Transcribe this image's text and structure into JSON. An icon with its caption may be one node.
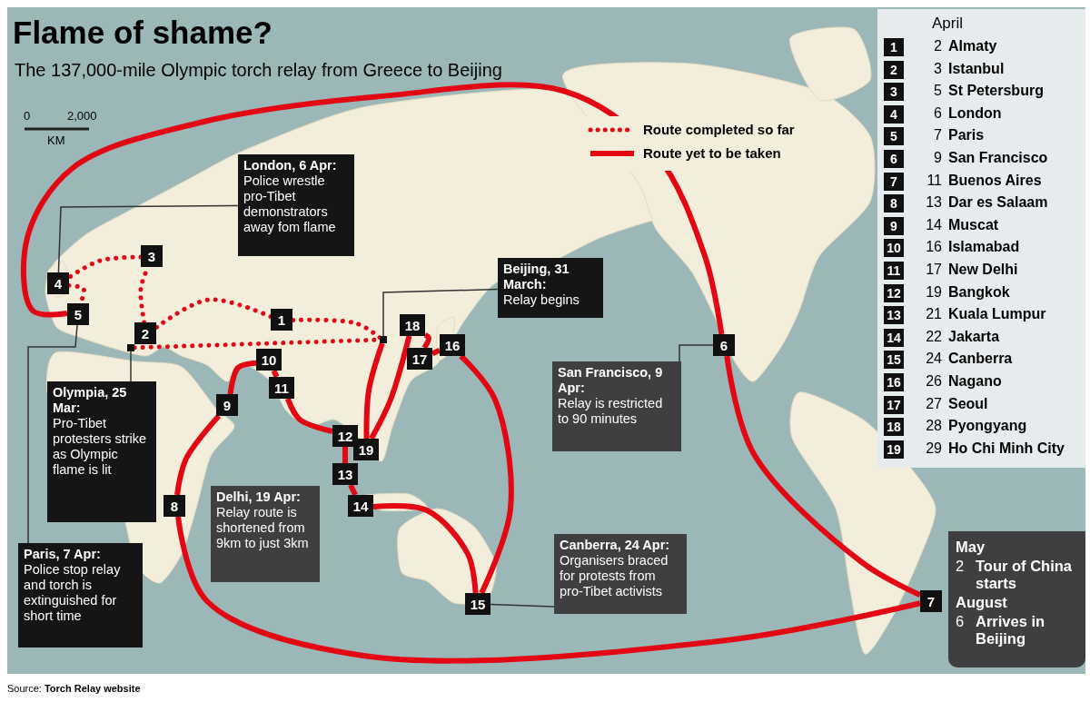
{
  "diagram": {
    "title": "Flame of shame?",
    "nodes": [
      {
        "text": [
          "London, 6 Apr:",
          "Police wrestle pro-Tibet demonstrators away fom flame"
        ]
      },
      {
        "text": [
          "3"
        ]
      },
      {
        "text": [
          "4"
        ]
      },
      {
        "text": [
          "5"
        ]
      },
      {
        "text": [
          "Beijing, 31 March:",
          "Relay begins"
        ]
      },
      {
        "text": [
          "2"
        ]
      },
      {
        "text": [
          "1"
        ]
      },
      {
        "text": [],
        "shape": "box"
      },
      {
        "text": [],
        "shape": "box"
      },
      {
        "text": [
          "18"
        ]
      },
      {
        "text": [
          "16"
        ]
      },
      {
        "text": [
          "6"
        ]
      },
      {
        "text": [
          "10"
        ]
      },
      {
        "text": [
          "17"
        ]
      },
      {
        "text": [
          "11"
        ]
      },
      {
        "text": [
          "9"
        ]
      },
      {
        "text": [
          "Olympia, 25 Mar:",
          "Pro-Tibet protesters strike as Olympic flame is lit"
        ]
      },
      {
        "text": [
          "San Francisco, 9 Apr:",
          "Relay is restricted to 90 minutes"
        ]
      },
      {
        "text": [
          "12"
        ]
      },
      {
        "text": [
          "19"
        ]
      },
      {
        "text": [
          "13"
        ]
      },
      {
        "text": [
          "Delhi, 19 Apr:",
          "Relay route is shortened from 9km to just 3km"
        ]
      },
      {
        "text": [
          "8"
        ]
      },
      {
        "text": [
          "14"
        ]
      },
      {
        "text": [
          "Canberra, 24 Apr:",
          "Organisers braced for protests from pro-Tibet activists"
        ]
      },
      {
        "text": [
          "Paris, 7 Apr:",
          "Police stop relay and torch is extinguished for short time"
        ]
      },
      {
        "text": [
          "15"
        ]
      },
      {
        "text": [
          "7"
        ]
      },
      {
        "text": [
          "April"
        ]
      },
      {
        "text": [
          "May",
          "2",
          "Tour of China starts",
          "August",
          "6",
          "Arrives in Beijing"
        ]
      }
    ],
    "edges": [
      {
        "from": 7,
        "to": 8,
        "arrow": "none",
        "style": "dashed"
      },
      {
        "from": 8,
        "to": 6,
        "arrow": "none",
        "style": "dashed"
      },
      {
        "from": 6,
        "to": 5,
        "arrow": "none",
        "style": "dashed"
      },
      {
        "from": 5,
        "to": 1,
        "arrow": "none",
        "style": "dashed"
      },
      {
        "from": 1,
        "to": 2,
        "arrow": "none",
        "style": "dashed"
      },
      {
        "from": 2,
        "to": 3,
        "arrow": "none",
        "style": "dashed"
      },
      {
        "from": 3,
        "to": 11,
        "arrow": "none"
      },
      {
        "from": 11,
        "to": 27,
        "arrow": "none"
      },
      {
        "from": 27,
        "to": 22,
        "arrow": "none"
      },
      {
        "from": 22,
        "to": 15,
        "arrow": "none"
      },
      {
        "from": 15,
        "to": 12,
        "arrow": "none"
      },
      {
        "from": 12,
        "to": 14,
        "arrow": "none"
      },
      {
        "from": 14,
        "to": 18,
        "arrow": "none"
      },
      {
        "from": 18,
        "to": 20,
        "arrow": "none"
      },
      {
        "from": 20,
        "to": 23,
        "arrow": "none"
      },
      {
        "from": 23,
        "to": 26,
        "arrow": "none"
      },
      {
        "from": 26,
        "to": 10,
        "arrow": "none"
      },
      {
        "from": 10,
        "to": 13,
        "arrow": "none"
      },
      {
        "from": 13,
        "to": 9,
        "arrow": "none"
      },
      {
        "from": 9,
        "to": 19,
        "arrow": "none"
      },
      {
        "from": 19,
        "to": 8,
        "arrow": "none"
      },
      {
        "from": 0,
        "to": 2,
        "arrow": "none",
        "color": "#333333"
      },
      {
        "from": 25,
        "to": 3,
        "arrow": "none",
        "color": "#333333"
      },
      {
        "from": 16,
        "to": 7,
        "arrow": "none",
        "color": "#333333"
      },
      {
        "from": 4,
        "to": 8,
        "arrow": "none",
        "color": "#333333"
      },
      {
        "from": 17,
        "to": 11,
        "arrow": "none",
        "color": "#333333"
      },
      {
        "from": 24,
        "to": 26,
        "arrow": "none",
        "color": "#333333"
      }
    ],
    "labels": [
      "The 137,000-mile Olympic torch relay from Greece to Beijing",
      "0",
      "2,000",
      "KM",
      "1",
      "2",
      "Almaty",
      "2",
      "3",
      "Istanbul",
      "3",
      "5",
      "St Petersburg",
      "4",
      "6",
      "London",
      "5",
      "7",
      "Paris",
      "6",
      "9",
      "San Francisco",
      "7",
      "11",
      "Buenos Aires",
      "8",
      "13",
      "Dar es Salaam",
      "9",
      "14",
      "Muscat",
      "10",
      "16",
      "Islamabad",
      "11",
      "17",
      "New Delhi",
      "12",
      "19",
      "Bangkok",
      "13",
      "21",
      "Kuala Lumpur",
      "14",
      "22",
      "Jakarta",
      "15",
      "24",
      "Canberra",
      "16",
      "26",
      "Nagano",
      "17",
      "27",
      "Seoul",
      "18",
      "28",
      "Pyongyang",
      "19",
      "29",
      "Ho Chi Minh City",
      "Source: **Torch Relay website**"
    ],
    "legend": [
      {
        "text": "Route completed so far"
      },
      {
        "text": "Route yet to be taken"
      }
    ]
  }
}
